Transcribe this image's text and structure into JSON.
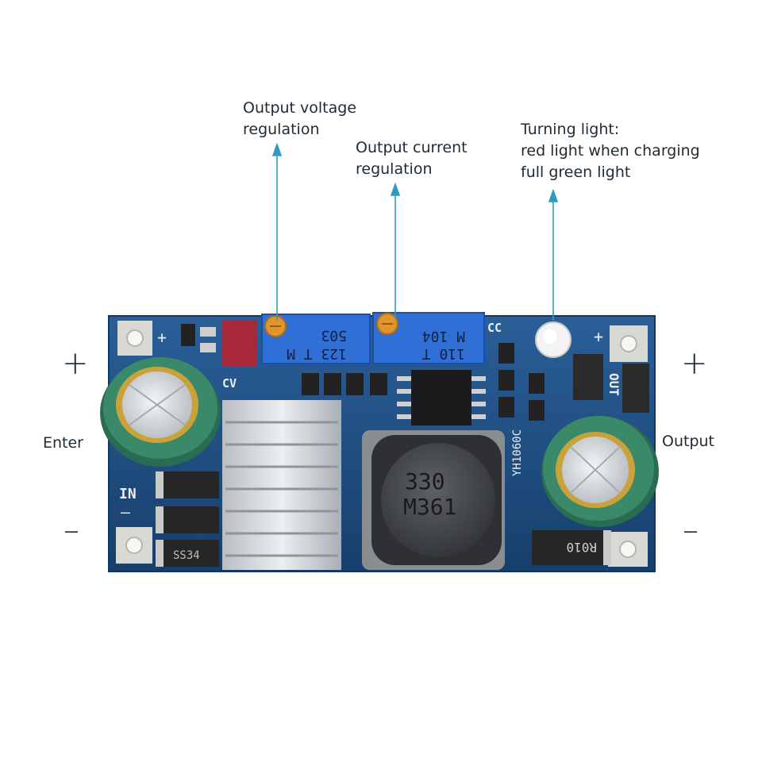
{
  "annotations": {
    "voltage": {
      "line1": "Output voltage",
      "line2": "regulation"
    },
    "current": {
      "line1": "Output current",
      "line2": "regulation"
    },
    "light": {
      "line1": "Turning light:",
      "line2": "red light when charging",
      "line3": "full green light"
    }
  },
  "terminals": {
    "input_label": "Enter",
    "output_label": "Output",
    "plus": "+",
    "minus": "–"
  },
  "board_markings": {
    "pot_left_top": "503",
    "pot_left_bottom": "123 T M",
    "pot_right_top": "M 104",
    "pot_right_bottom": "110 T",
    "cv": "CV",
    "cc": "CC",
    "inductor_top": "330",
    "inductor_bottom": "M361",
    "in": "IN",
    "out": "OUT",
    "model": "YH1060C",
    "resistor": "R010",
    "diode": "SS34"
  },
  "colors": {
    "pcb": "#1d4f86",
    "arrow": "#2f9bc1",
    "pot_body": "#2f6fd6",
    "pot_screw": "#e0962e",
    "capacitor": "#2a6b53"
  }
}
